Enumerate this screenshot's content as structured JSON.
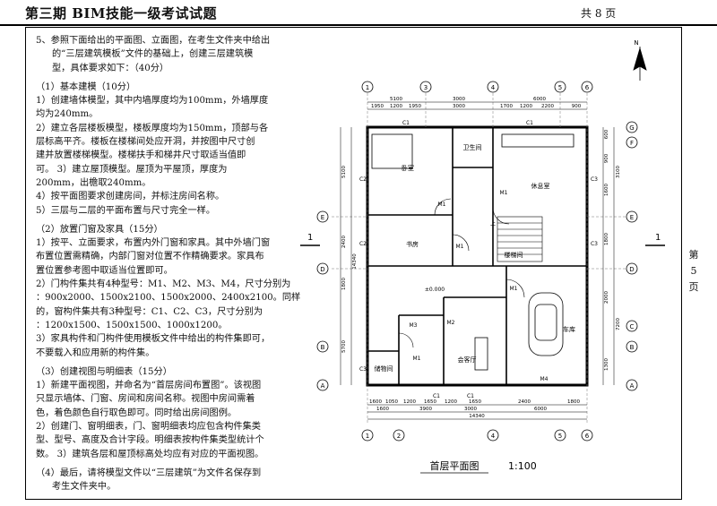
{
  "header": {
    "title": "第三期 BIM技能一级考试试题",
    "page_count": "共  8  页"
  },
  "side_page": {
    "line1": "第",
    "line2": "5",
    "line3": "页"
  },
  "question": {
    "intro": "5、参照下面给出的平面图、立面图，在考生文件夹中给出",
    "intro2": "的“三层建筑模板”文件的基础上，创建三层建筑模",
    "intro3": "型，具体要求如下：（40分）",
    "s1_title": "（1）基本建模（10分）",
    "s1_l1": "1）创建墙体模型，其中内墙厚度均为100mm，外墙厚度",
    "s1_l2": "均为240mm。",
    "s1_l3": "2）建立各层楼板模型，楼板厚度均为150mm，顶部与各",
    "s1_l4": "层标高平齐。楼板在楼梯间处应开洞，并按图中尺寸创",
    "s1_l5": "建并放置楼梯模型。楼梯扶手和梯井尺寸取适当值即",
    "s1_l6": "可。 3）建立屋顶模型。屋顶为平屋顶，厚度为",
    "s1_l7": "200mm，出檐取240mm。",
    "s1_l8": "4）按平面图要求创建房间，并标注房间名称。",
    "s1_l9": "5）三层与二层的平面布置与尺寸完全一样。",
    "s2_title": "（2）放置门窗及家具（15分）",
    "s2_l1": "1）按平、立面要求，布置内外门窗和家具。其中外墙门窗",
    "s2_l2": "布置位置需精确，内部门窗对位置不作精确要求。家具布",
    "s2_l3": "置位置参考图中取适当位置即可。",
    "s2_l4": "2）门构件集共有4种型号：M1、M2、M3、M4，尺寸分别为",
    "s2_l5": "：900x2000、1500x2100、1500x2000、2400x2100。同样",
    "s2_l6": "的，窗构件集共有3种型号：C1、C2、C3，尺寸分别为",
    "s2_l7": "：1200x1500、1500x1500、1000x1200。",
    "s2_l8": "3）家具构件和门构件使用模板文件中给出的构件集即可，",
    "s2_l9": "不要载入和应用新的构件集。",
    "s3_title": "（3）创建视图与明细表（15分）",
    "s3_l1": "1）新建平面视图，并命名为“首层房间布置图”。该视图",
    "s3_l2": "只显示墙体、门窗、房间和房间名称。视图中房间需着",
    "s3_l3": "色，着色颜色自行取色即可。同时给出房间图例。",
    "s3_l4": "2）创建门、窗明细表，门、窗明细表均应包含构件集类",
    "s3_l5": "型、型号、高度及合计字段。明细表按构件集类型统计个",
    "s3_l6": "数。 3）建筑各层和屋顶标高处均应有对应的平面视图。",
    "s4_l1": "（4）最后，请将模型文件以“三层建筑”为文件名保存到",
    "s4_l2": "考生文件夹中。"
  },
  "plan": {
    "north": "N",
    "title": "首层平面图",
    "scale": "1:100",
    "section_left": "1",
    "section_right": "1",
    "axes_top": [
      "1",
      "3",
      "4",
      "5",
      "6"
    ],
    "axes_bottom": [
      "1",
      "2",
      "4",
      "5",
      "6"
    ],
    "axes_side": [
      "G",
      "F",
      "E",
      "D",
      "C",
      "B",
      "A"
    ],
    "dim_top_overall": [
      "5100",
      "3000",
      "6000"
    ],
    "dim_top_detail": [
      "1950",
      "1200",
      "1950",
      "3000",
      "1700",
      "1200",
      "2200",
      "900"
    ],
    "dim_bottom_detail": [
      "1600",
      "1050",
      "1200",
      "1650",
      "1200",
      "1650",
      "2400",
      "1800"
    ],
    "dim_bottom_overall": [
      "1600",
      "3900",
      "3000",
      "6000"
    ],
    "dim_bottom_total": "14340",
    "dim_left": [
      "5100",
      "2400",
      "1800",
      "5700"
    ],
    "dim_left_total": "14340",
    "dim_right": [
      "600",
      "900",
      "1600",
      "1800",
      "2000",
      "1300"
    ],
    "dim_right_overall": [
      "3100",
      "7200"
    ],
    "rooms": {
      "bedroom": "卧室",
      "bathroom": "卫生间",
      "lounge": "休息室",
      "study": "书房",
      "stair": "楼梯间",
      "garage": "车库",
      "living": "会客厅",
      "storage": "储物间"
    },
    "tags": {
      "c1": "C1",
      "c2": "C2",
      "c3": "C3",
      "m1": "M1",
      "m2": "M2",
      "m3": "M3",
      "m4": "M4",
      "up": "上",
      "elev": "±0.000"
    }
  }
}
